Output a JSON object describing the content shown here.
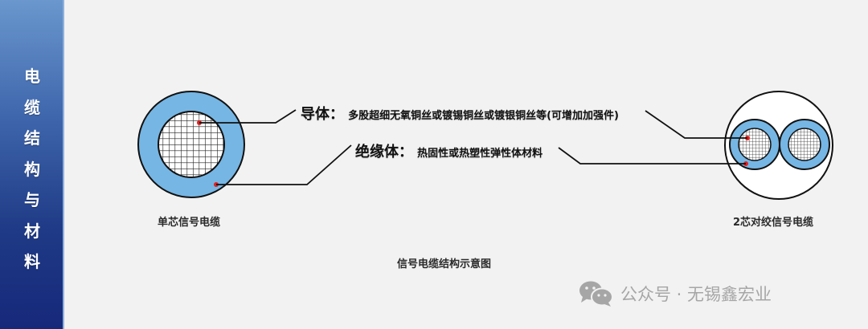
{
  "sidebar": {
    "title_chars": [
      "电",
      "缆",
      "结",
      "构",
      "与",
      "材",
      "料"
    ],
    "title": "电缆结构与材料"
  },
  "diagram": {
    "conductor": {
      "key": "导体：",
      "value": "多股超细无氧铜丝或镀锡铜丝或镀银铜丝等(可增加加强件)"
    },
    "insulation": {
      "key": "绝缘体：",
      "value": "热固性或热塑性弹性体材料"
    },
    "left_cable_label": "单芯信号电缆",
    "right_cable_label": "2芯对绞信号电缆",
    "figure_caption": "信号电缆结构示意图",
    "colors": {
      "insulation_fill": "#76b6e4",
      "outline": "#111111",
      "marker": "#e02020",
      "sheath_fill": "#ffffff"
    }
  },
  "watermark": {
    "icon": "wechat-icon",
    "text": "公众号 · 无锡鑫宏业"
  }
}
